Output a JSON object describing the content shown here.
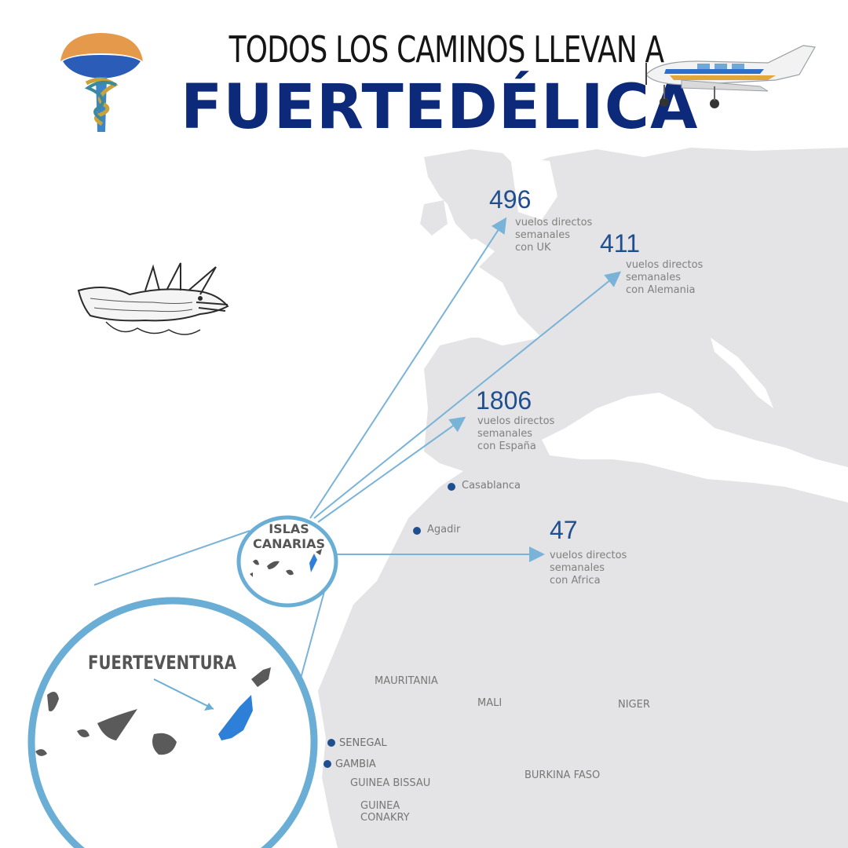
{
  "header": {
    "line1": "TODOS LOS CAMINOS LLEVAN A",
    "line2": "FUERTEDÉLICA"
  },
  "colors": {
    "brand_navy": "#0d2a7a",
    "stat_blue": "#1f4f8f",
    "route_blue": "#7ab3d8",
    "circle_blue": "#6aaed6",
    "fuerteventura_blue": "#2e7fd8",
    "land_grey": "#e4e4e6"
  },
  "icons": {
    "logo": "mushroom-caduceus-icon",
    "plane": "small-airplane-icon",
    "sea_monster": "sea-monster-engraving-icon"
  },
  "stats": [
    {
      "id": "uk",
      "value": "496",
      "desc": "vuelos directos\nsemanales\ncon UK"
    },
    {
      "id": "alemania",
      "value": "411",
      "desc": "vuelos directos\nsemanales\ncon Alemania"
    },
    {
      "id": "espana",
      "value": "1806",
      "desc": "vuelos directos\nsemanales\ncon España"
    },
    {
      "id": "africa",
      "value": "47",
      "desc": "vuelos directos\nsemanales\ncon Africa"
    }
  ],
  "cities": [
    "Casablanca",
    "Agadir",
    "SENEGAL",
    "GAMBIA"
  ],
  "countries": [
    "MAURITANIA",
    "MALI",
    "NIGER",
    "GUINEA BISSAU",
    "BURKINA FASO",
    "GUINEA\nCONAKRY"
  ],
  "islands": {
    "small_label": "ISLAS\nCANARIAS",
    "big_label": "FUERTEVENTURA"
  }
}
